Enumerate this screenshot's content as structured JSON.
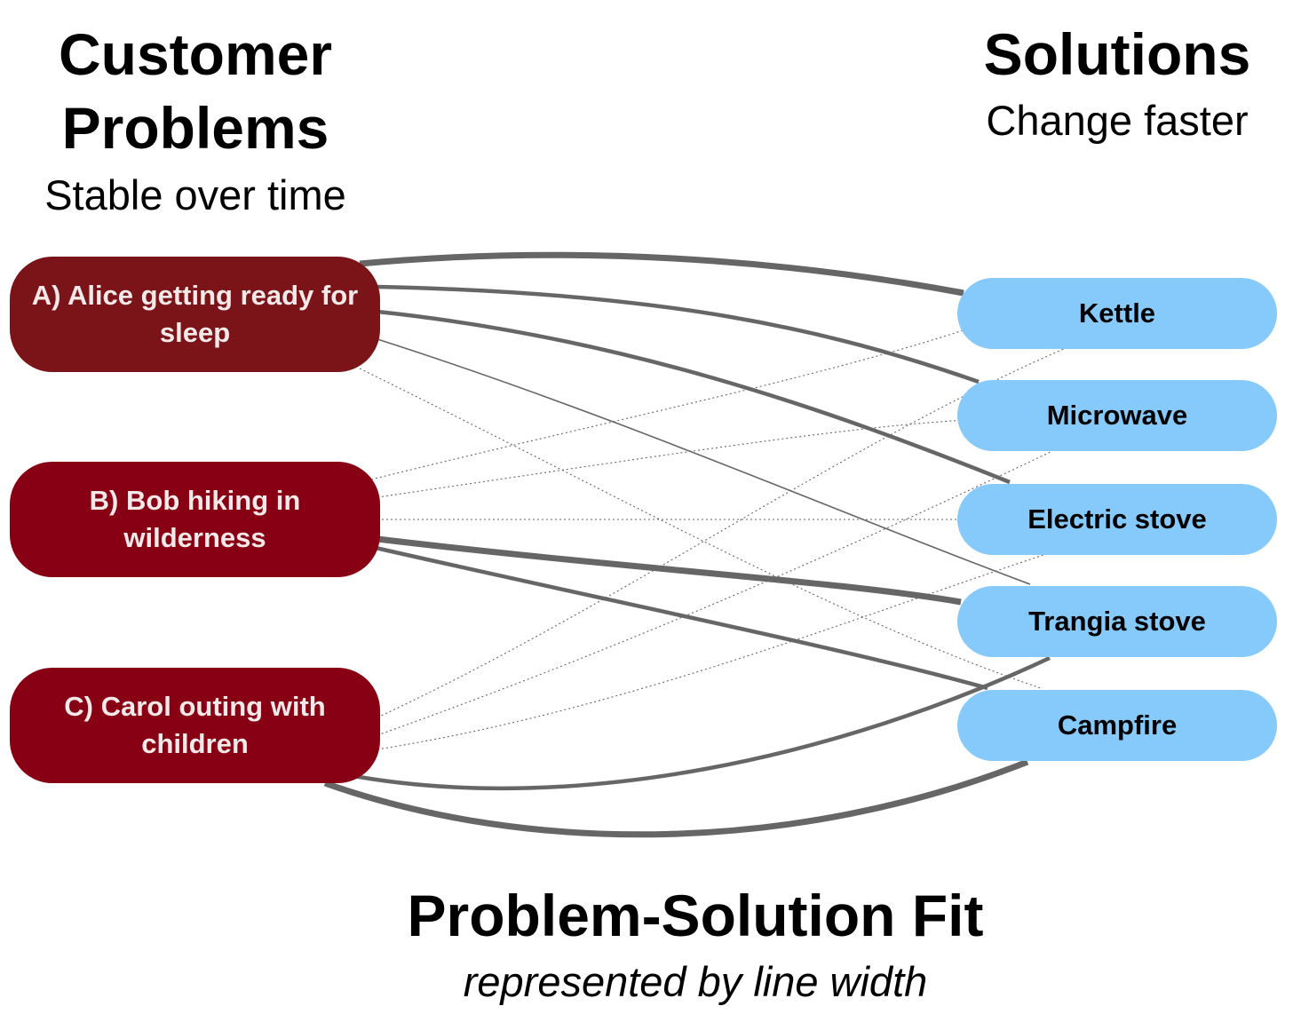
{
  "left_header": {
    "title_line1": "Customer",
    "title_line2": "Problems",
    "subtitle": "Stable over time"
  },
  "right_header": {
    "title": "Solutions",
    "subtitle": "Change faster"
  },
  "problems": [
    {
      "label": "A) Alice getting ready for sleep",
      "color": "#7b1418"
    },
    {
      "label": "B) Bob hiking in wilderness",
      "color": "#880013"
    },
    {
      "label": "C) Carol outing with children",
      "color": "#880013"
    }
  ],
  "solutions": [
    {
      "label": "Kettle",
      "color": "#86c9fb"
    },
    {
      "label": "Microwave",
      "color": "#86c9fb"
    },
    {
      "label": "Electric stove",
      "color": "#86c9fb"
    },
    {
      "label": "Trangia stove",
      "color": "#86c9fb"
    },
    {
      "label": "Campfire",
      "color": "#86c9fb"
    }
  ],
  "links": [
    {
      "problem": "A",
      "solution": "Kettle",
      "fit": "strong"
    },
    {
      "problem": "A",
      "solution": "Microwave",
      "fit": "medium"
    },
    {
      "problem": "A",
      "solution": "Electric stove",
      "fit": "medium"
    },
    {
      "problem": "A",
      "solution": "Trangia stove",
      "fit": "weak"
    },
    {
      "problem": "A",
      "solution": "Campfire",
      "fit": "none"
    },
    {
      "problem": "B",
      "solution": "Kettle",
      "fit": "none"
    },
    {
      "problem": "B",
      "solution": "Microwave",
      "fit": "none"
    },
    {
      "problem": "B",
      "solution": "Electric stove",
      "fit": "none"
    },
    {
      "problem": "B",
      "solution": "Trangia stove",
      "fit": "strong"
    },
    {
      "problem": "B",
      "solution": "Campfire",
      "fit": "medium"
    },
    {
      "problem": "C",
      "solution": "Kettle",
      "fit": "none"
    },
    {
      "problem": "C",
      "solution": "Microwave",
      "fit": "none"
    },
    {
      "problem": "C",
      "solution": "Electric stove",
      "fit": "none"
    },
    {
      "problem": "C",
      "solution": "Trangia stove",
      "fit": "medium"
    },
    {
      "problem": "C",
      "solution": "Campfire",
      "fit": "strong"
    }
  ],
  "footer": {
    "title": "Problem-Solution Fit",
    "subtitle": "represented by line width"
  },
  "line_color": "#666666"
}
